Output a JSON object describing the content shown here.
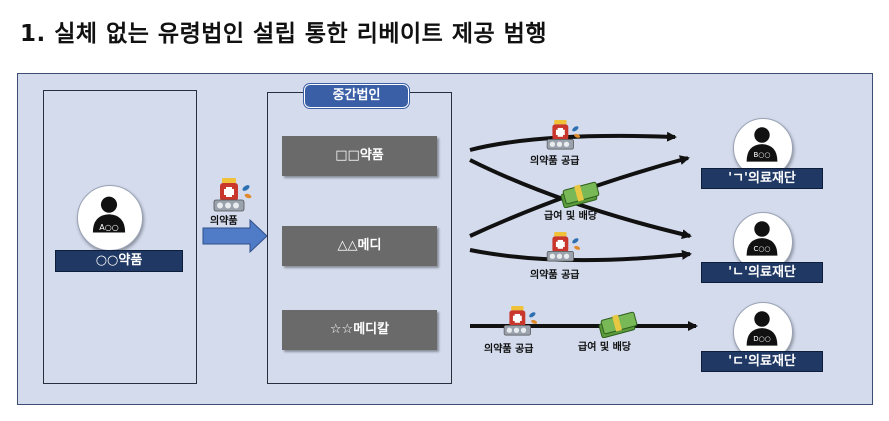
{
  "title": "1. 실체 없는 유령법인 설립 통한 리베이트 제공 범행",
  "source": {
    "label": "○○약품",
    "avatar_text": "A○○"
  },
  "flow_label": "의약품",
  "intermediary": {
    "label": "중간법인",
    "entities": [
      "□□약품",
      "△△메디",
      "☆☆메디칼"
    ]
  },
  "foundations": [
    {
      "label": "'ㄱ'의료재단",
      "avatar_text": "B○○"
    },
    {
      "label": "'ㄴ'의료재단",
      "avatar_text": "C○○"
    },
    {
      "label": "'ㄷ'의료재단",
      "avatar_text": "D○○"
    }
  ],
  "captions": {
    "supply": "의약품 공급",
    "salary": "급여 및 배당"
  },
  "colors": {
    "panel": "#d3dbed",
    "navy": "#1f3864",
    "accent": "#3b5fa7",
    "gray": "#6a6a6a",
    "arrow_blue": "#4f7bc7"
  }
}
